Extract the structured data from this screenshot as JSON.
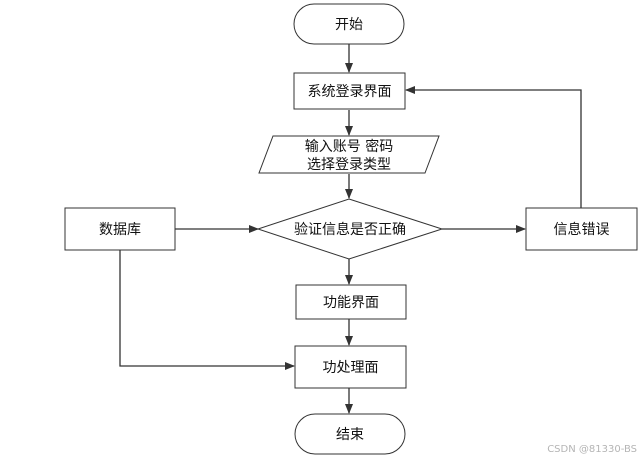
{
  "flowchart": {
    "start": "开始",
    "login_page": "系统登录界面",
    "input_line1": "输入账号 密码",
    "input_line2": "选择登录类型",
    "verify": "验证信息是否正确",
    "database": "数据库",
    "error": "信息错误",
    "function_page": "功能界面",
    "processing_page": "功处理面",
    "end": "结束"
  },
  "watermark": "CSDN @81330-BS"
}
